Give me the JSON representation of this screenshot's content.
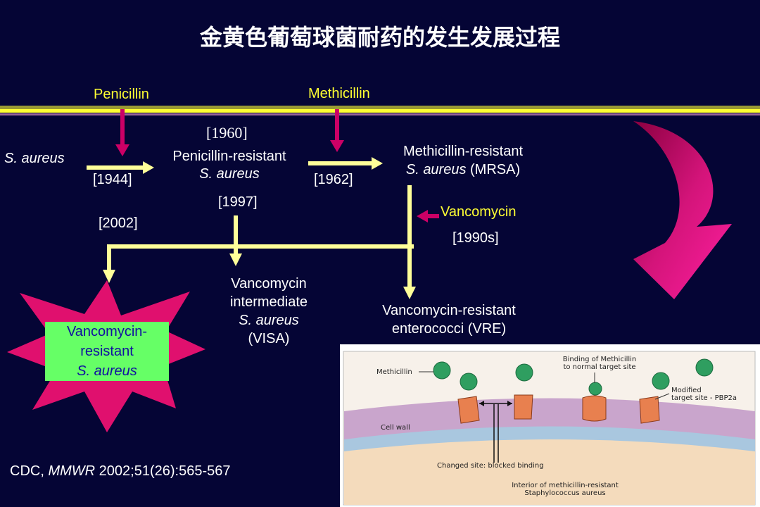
{
  "title": "金黄色葡萄球菌耐药的发生发展过程",
  "drugs": {
    "penicillin": "Penicillin",
    "methicillin": "Methicillin",
    "vancomycin": "Vancomycin"
  },
  "years": {
    "y1944": "[1944]",
    "y1960": "[1960]",
    "y1962": "[1962]",
    "y1997": "[1997]",
    "y2002": "[2002]",
    "y1990s": "[1990s]"
  },
  "nodes": {
    "s_aureus": "S. aureus",
    "prsa_line1": "Penicillin-resistant",
    "prsa_line2": "S. aureus",
    "mrsa_line1": "Methicillin-resistant",
    "mrsa_line2_italic": "S. aureus",
    "mrsa_line2_rest": " (MRSA)",
    "visa_line1": "Vancomycin",
    "visa_line2": "intermediate",
    "visa_line3": "S. aureus",
    "visa_line4": "(VISA)",
    "vre_line1": "Vancomycin-resistant",
    "vre_line2": "enterococci (VRE)",
    "vrsa_line1": "Vancomycin-",
    "vrsa_line2": "resistant",
    "vrsa_line3": "S. aureus"
  },
  "citation": {
    "prefix": "CDC, ",
    "journal": "MMWR",
    "rest": " 2002;51(26):565-567"
  },
  "inset": {
    "methicillin_label": "Methicillin",
    "binding_label_1": "Binding of Methicillin",
    "binding_label_2": "to normal target site",
    "modified_label_1": "Modified",
    "modified_label_2": "target site - PBP2a",
    "cell_wall_label": "Cell wall",
    "changed_site_label": "Changed site: blocked binding",
    "interior_label_1": "Interior of methicillin-resistant",
    "interior_label_2": "Staphylococcus aureus"
  },
  "colors": {
    "background": "#050535",
    "drug_text": "#ffff33",
    "arrow_yellow": "#ffff99",
    "arrow_magenta": "#cc0066",
    "vrsa_box": "#66ff66",
    "burst": "#e0106e"
  }
}
